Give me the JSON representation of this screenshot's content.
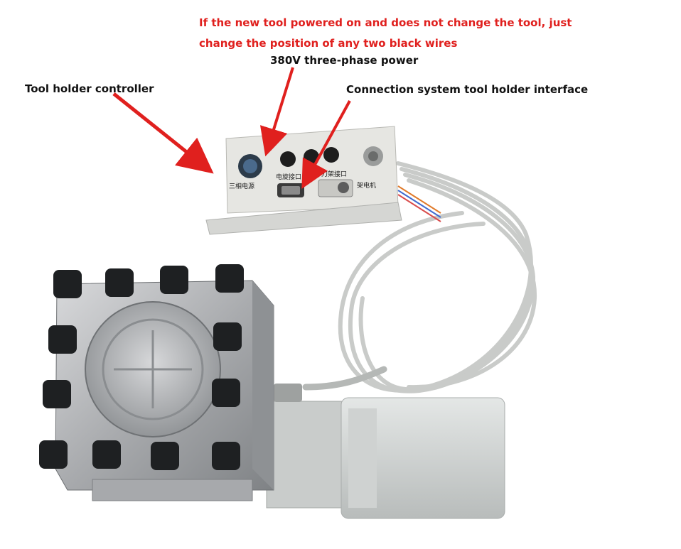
{
  "annotations": {
    "warning_line1": "If the new tool powered on and does not change the tool, just",
    "warning_line2": "change the position of any two black wires",
    "power_label": "380V three-phase power",
    "controller_label": "Tool holder controller",
    "interface_label": "Connection system tool holder interface"
  },
  "panel": {
    "label_three_phase": "三相电源",
    "label_motor_port": "电旋接口",
    "label_holder_port": "刀架接口",
    "label_holder_motor": "架电机"
  },
  "colors": {
    "arrow": "#e0201e",
    "warning_text": "#e0201e",
    "body_text": "#111111"
  }
}
